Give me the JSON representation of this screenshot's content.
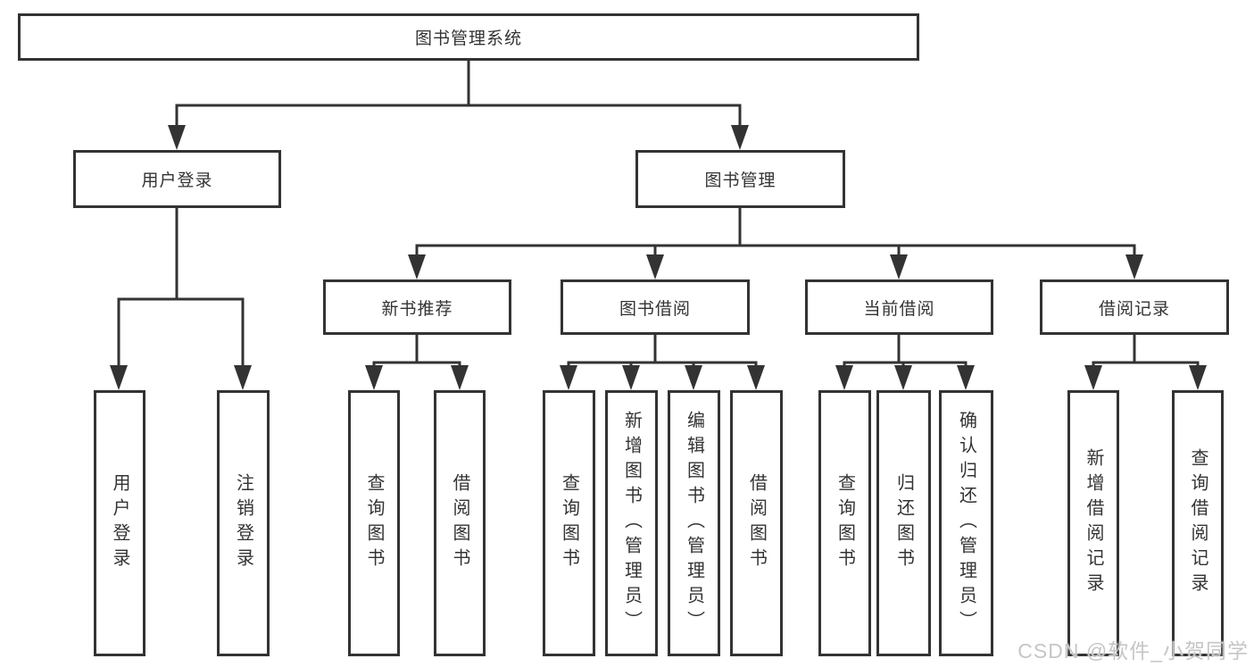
{
  "diagram": {
    "root": {
      "label": "图书管理系统"
    },
    "level2": {
      "user_login": {
        "label": "用户登录"
      },
      "book_management": {
        "label": "图书管理"
      }
    },
    "level3": {
      "new_book_recommend": {
        "label": "新书推荐"
      },
      "book_borrow": {
        "label": "图书借阅"
      },
      "current_borrow": {
        "label": "当前借阅"
      },
      "borrow_record": {
        "label": "借阅记录"
      }
    },
    "leaves": {
      "user_login": [
        "用户登录",
        "注销登录"
      ],
      "new_book_recommend": [
        "查询图书",
        "借阅图书"
      ],
      "book_borrow": [
        "查询图书",
        "新增图书（管理员）",
        "编辑图书（管理员）",
        "借阅图书"
      ],
      "current_borrow": [
        "查询图书",
        "归还图书",
        "确认归还（管理员）"
      ],
      "borrow_record": [
        "新增借阅记录",
        "查询借阅记录"
      ]
    }
  },
  "watermark": {
    "text": "CSDN @软件_小贺同学"
  },
  "colors": {
    "line": "#333333",
    "box_border": "#333333",
    "text": "#333333",
    "watermark": "#c6c6c6",
    "background": "#ffffff"
  }
}
